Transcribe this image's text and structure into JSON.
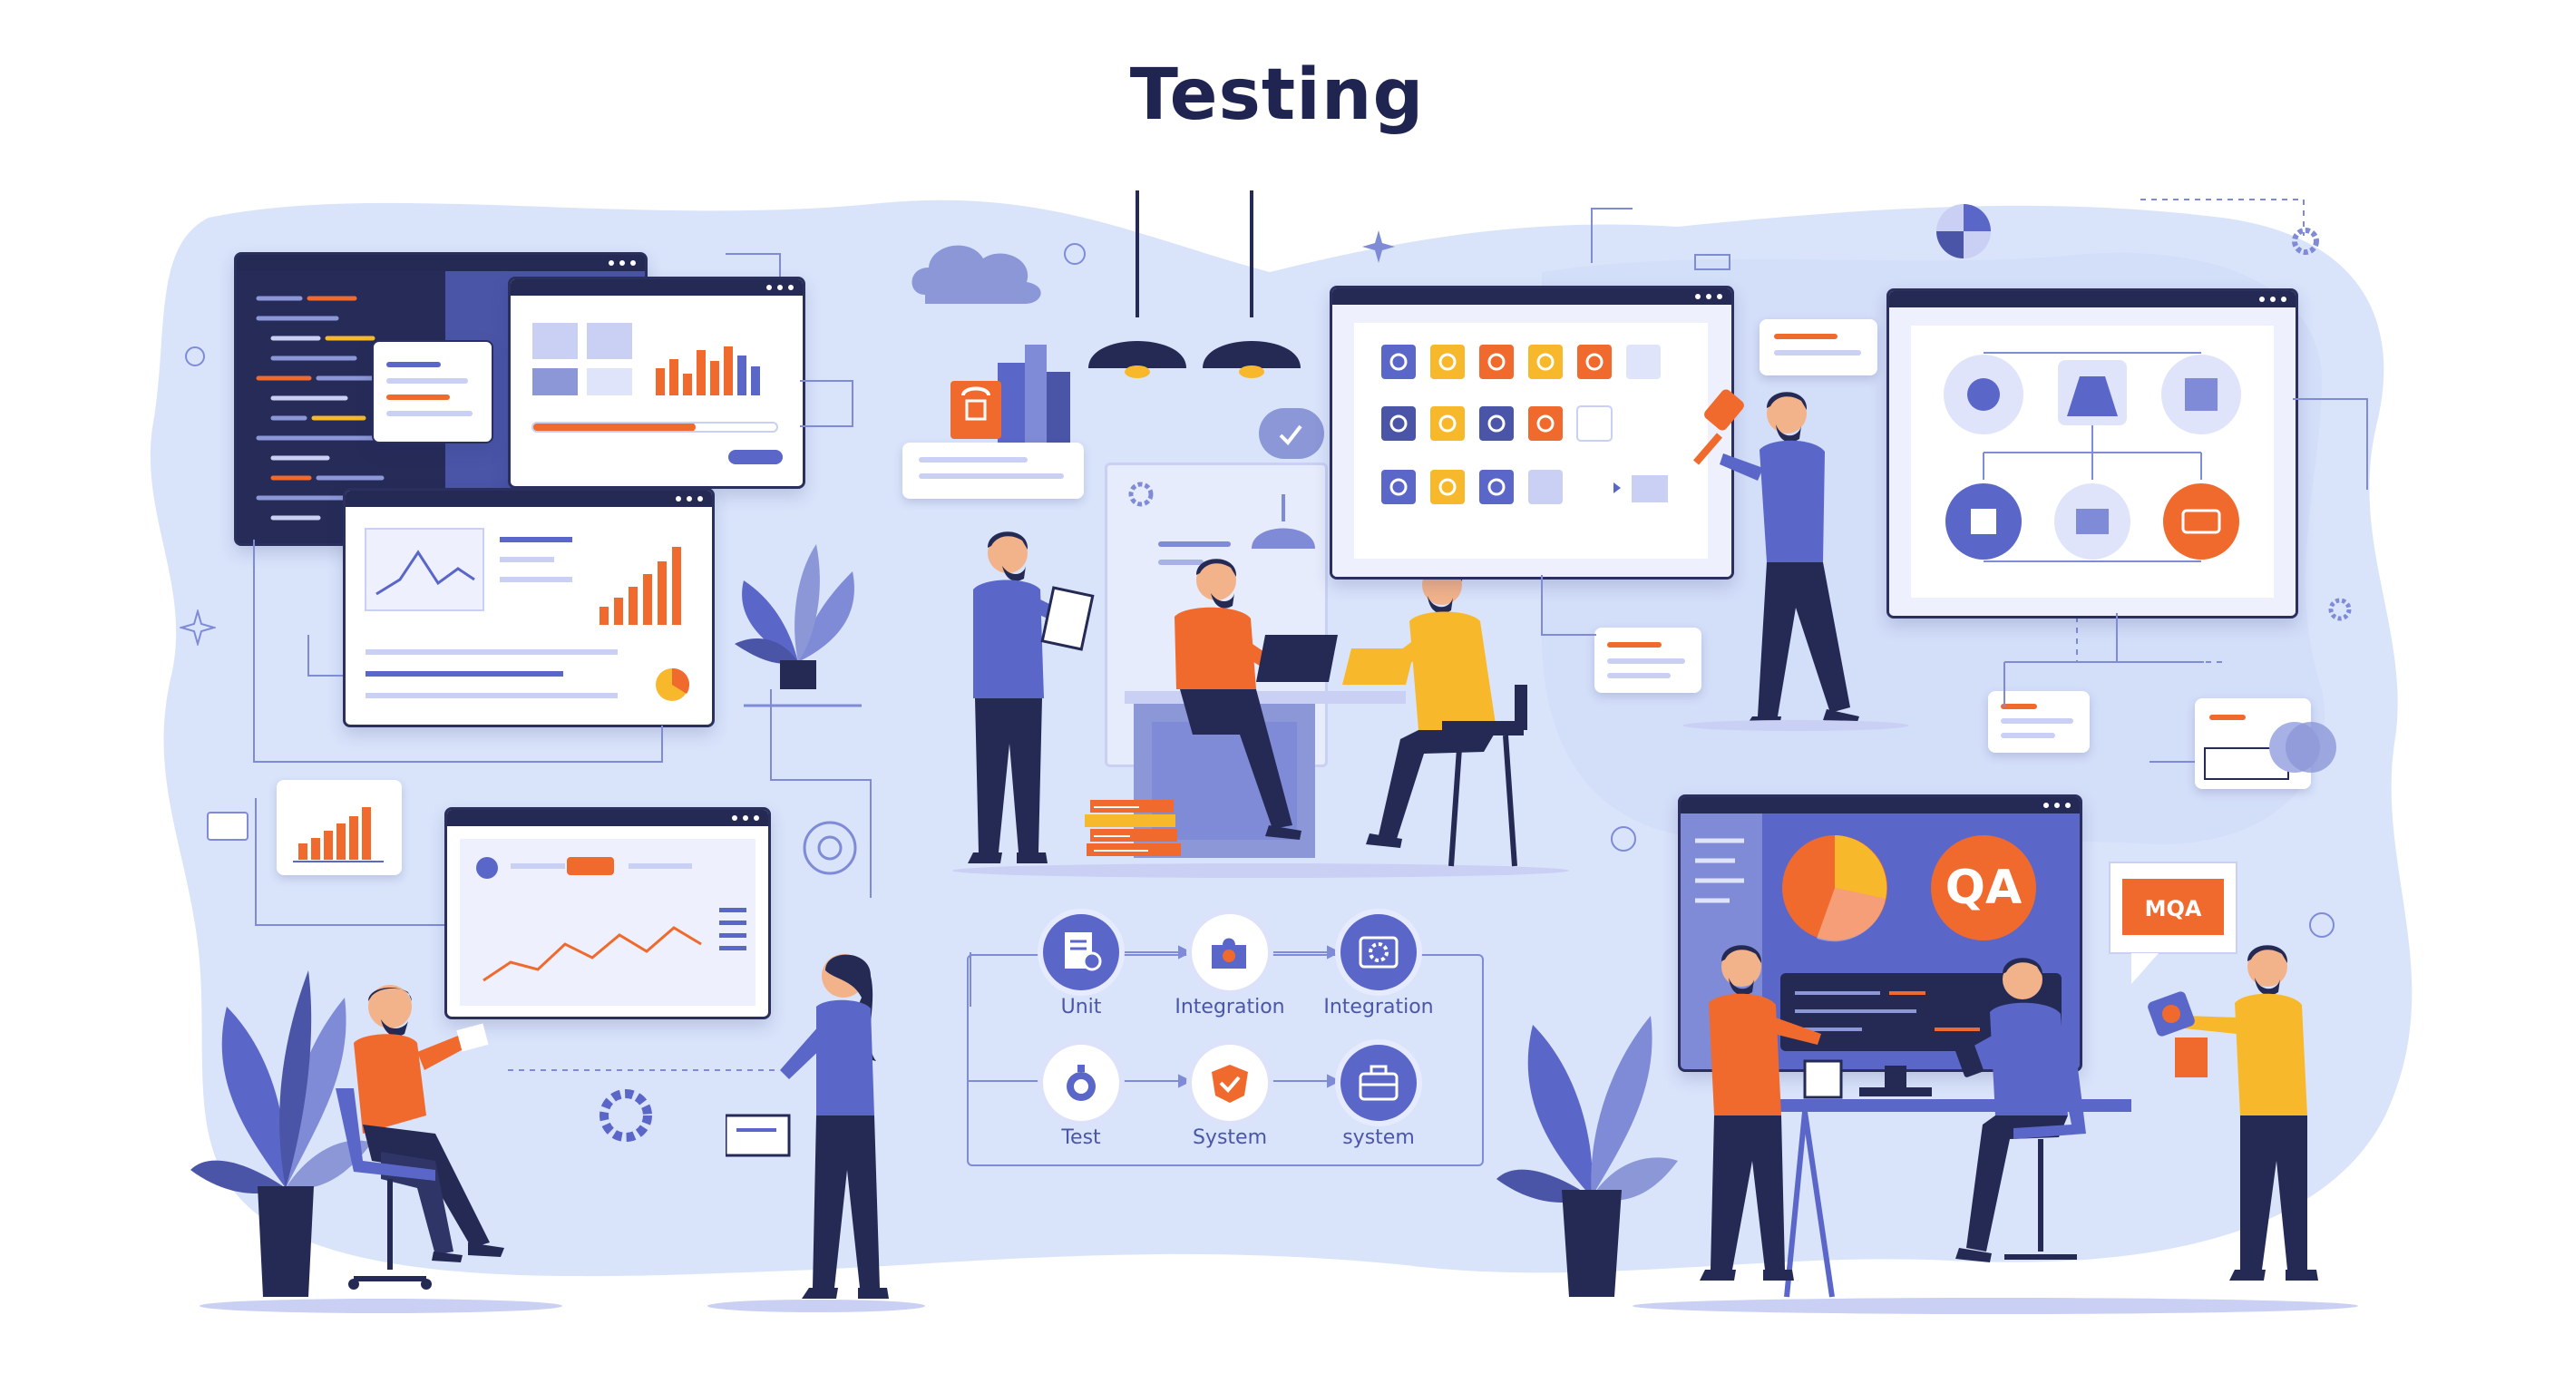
{
  "title": "Testing",
  "flow": {
    "nodes": [
      {
        "label": "Unit",
        "icon": "document-magnifier-icon"
      },
      {
        "label": "Integration",
        "icon": "puzzle-person-icon"
      },
      {
        "label": "Integration",
        "icon": "gear-cog-icon"
      },
      {
        "label": "Test",
        "icon": "stopwatch-icon"
      },
      {
        "label": "System",
        "icon": "shield-check-icon"
      },
      {
        "label": "system",
        "icon": "briefcase-icon"
      }
    ]
  },
  "qa": {
    "monitor_badge": "QA",
    "speech_badge": "MQA"
  },
  "colors": {
    "title": "#1f2450",
    "primary_blue": "#5a67c9",
    "background_blob": "#d9e4fb",
    "orange": "#f06a2e",
    "yellow": "#f7b92b",
    "navy": "#252a55"
  }
}
